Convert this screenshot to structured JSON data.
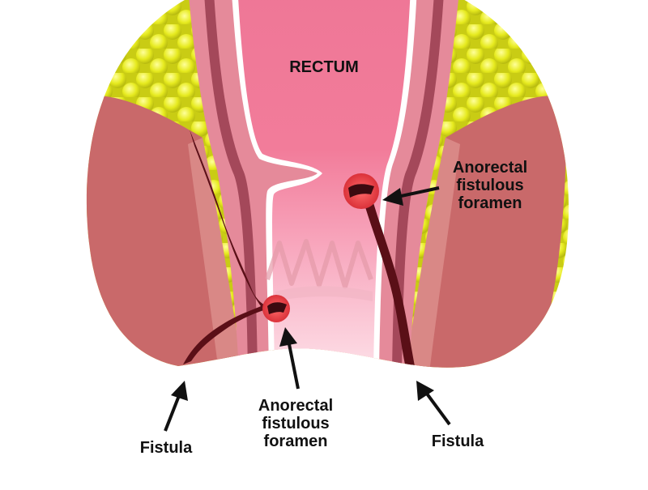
{
  "labels": {
    "rectum": "RECTUM",
    "foramen_right": [
      "Anorectal",
      "fistulous",
      "foramen"
    ],
    "foramen_bottom": [
      "Anorectal",
      "fistulous",
      "foramen"
    ],
    "fistula_left": "Fistula",
    "fistula_right": "Fistula"
  },
  "colors": {
    "fat": "#e6ea1e",
    "muscle": "#c9696a",
    "muscle_light": "#d98886",
    "wall_outer": "#e58a9a",
    "wall_inner": "#f6a3b6",
    "lumen": "#f07a98",
    "lumen_light": "#fbc8d6",
    "fistula": "#5a0f17",
    "foramen": "#e8393f",
    "text": "#111111"
  }
}
